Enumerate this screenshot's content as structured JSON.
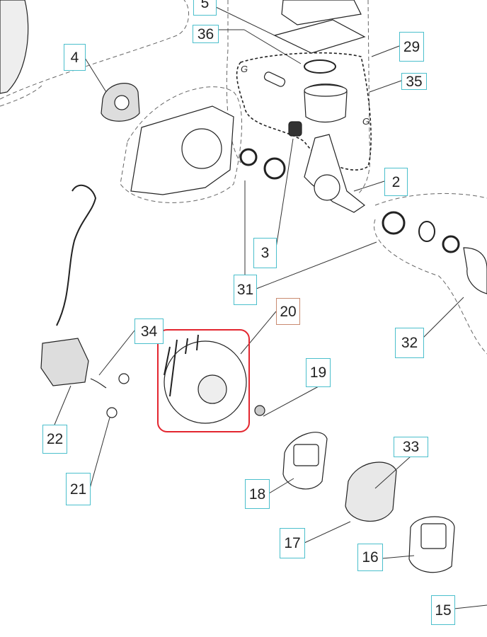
{
  "diagram": {
    "highlighted_part": "20",
    "colors": {
      "label_border": "#4bbfcc",
      "highlight_label_border": "#c98a70",
      "highlight_box": "#e3262f"
    },
    "group_marks": [
      "G",
      "G"
    ],
    "labels": {
      "p5": "5",
      "p36": "36",
      "p4": "4",
      "p29": "29",
      "p35": "35",
      "p2": "2",
      "p3": "3",
      "p31": "31",
      "p20": "20",
      "p34": "34",
      "p32": "32",
      "p19": "19",
      "p22": "22",
      "p21": "21",
      "p18": "18",
      "p33": "33",
      "p17": "17",
      "p16": "16",
      "p15": "15"
    }
  }
}
